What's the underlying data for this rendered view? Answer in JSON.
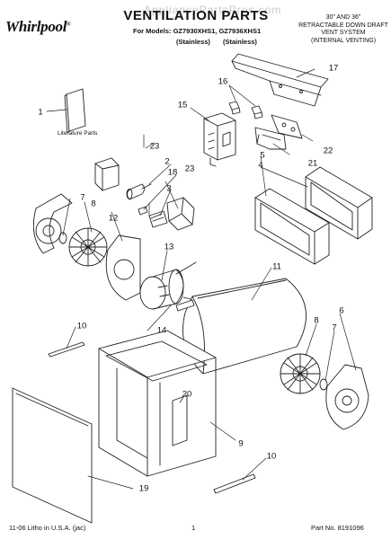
{
  "header": {
    "brand": "Whirlpool",
    "title": "VENTILATION PARTS",
    "watermark": "AppliancePartsPros.com",
    "models_line": "For Models: GZ7930XHS1, GZ7936XHS1",
    "model_variant_1": "(Stainless)",
    "model_variant_2": "(Stainless)",
    "system_lines": [
      "30\" AND 36\"",
      "RETRACTABLE DOWN DRAFT",
      "VENT SYSTEM",
      "(INTERNAL VENTING)"
    ]
  },
  "literature_label": "Literature Parts",
  "callouts": [
    "1",
    "2",
    "3",
    "4",
    "5",
    "6",
    "7",
    "7",
    "8",
    "8",
    "9",
    "10",
    "10",
    "11",
    "12",
    "13",
    "14",
    "15",
    "16",
    "17",
    "18",
    "19",
    "20",
    "21",
    "22",
    "23",
    "23"
  ],
  "footer": {
    "left": "11-06 Litho in U.S.A. (jac)",
    "center": "1",
    "right": "Part No. 8191096"
  }
}
